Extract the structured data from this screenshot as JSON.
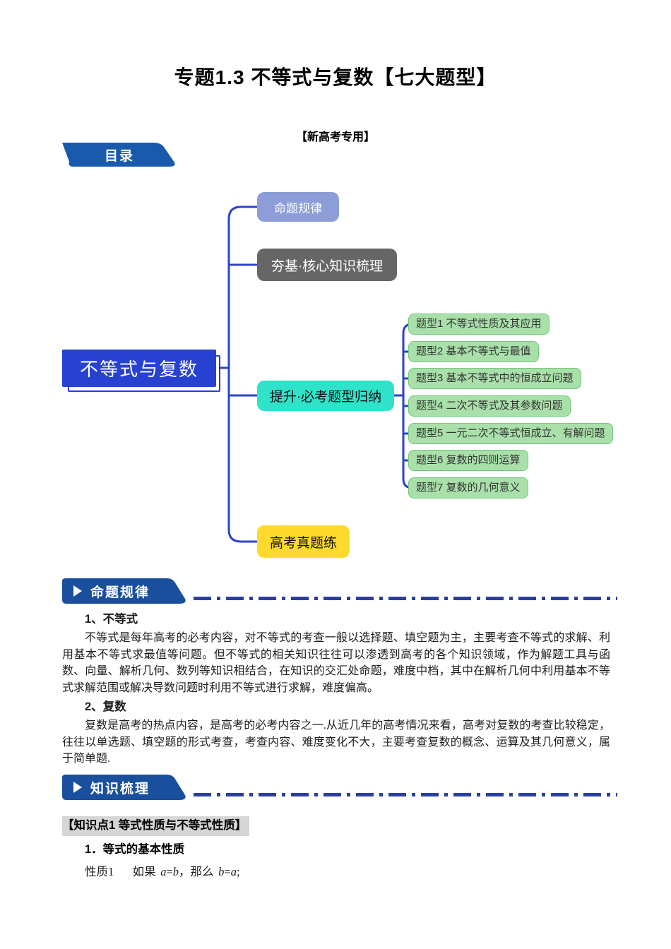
{
  "page": {
    "title": "专题1.3 不等式与复数【七大题型】",
    "subtitle": "【新高考专用】",
    "toc_badge": "目录"
  },
  "mindmap": {
    "root": "不等式与复数",
    "branches": [
      {
        "label": "命题规律",
        "color": "#8c9dd8"
      },
      {
        "label": "夯基·核心知识梳理",
        "color": "#666666"
      },
      {
        "label": "提升·必考题型归纳",
        "color": "#2ee3c9"
      },
      {
        "label": "高考真题练",
        "color": "#ffd92b"
      }
    ],
    "topics": [
      "题型1 不等式性质及其应用",
      "题型2 基本不等式与最值",
      "题型3 基本不等式中的恒成立问题",
      "题型4 二次不等式及其参数问题",
      "题型5 一元二次不等式恒成立、有解问题",
      "题型6 复数的四则运算",
      "题型7 复数的几何意义"
    ]
  },
  "sections": {
    "rules": {
      "header": "命题规律",
      "item1_title": "1、不等式",
      "item1_body": "不等式是每年高考的必考内容，对不等式的考查一般以选择题、填空题为主，主要考查不等式的求解、利用基本不等式求最值等问题。但不等式的相关知识往往可以渗透到高考的各个知识领域，作为解题工具与函数、向量、解析几何、数列等知识相结合，在知识的交汇处命题，难度中档，其中在解析几何中利用基本不等式求解范围或解决导数问题时利用不等式进行求解，难度偏高。",
      "item2_title": "2、复数",
      "item2_body": "复数是高考的热点内容，是高考的必考内容之一.从近几年的高考情况来看，高考对复数的考查比较稳定，往往以单选题、填空题的形式考查，考查内容、难度变化不大，主要考查复数的概念、运算及其几何意义，属于简单题."
    },
    "knowledge": {
      "header": "知识梳理",
      "point1_title": "【知识点1 等式性质与不等式性质】",
      "sub1_title": "1．等式的基本性质",
      "prop1": {
        "label": "性质1",
        "cond_text": "如果",
        "var_a": "a",
        "eq1": "=",
        "var_b": "b",
        "then_text": "，那么",
        "var_b2": "b",
        "eq2": "=",
        "var_a2": "a",
        "tail": ";"
      }
    }
  },
  "colors": {
    "connector_blue": "#2b43c8",
    "root_blue": "#2742d0",
    "banner_blue": "#1a4f9e",
    "badge_blue": "#1a5aad",
    "dash_blue": "#2b3f9f",
    "topic_green_fill": "#a9e0aa",
    "topic_green_border": "#72c878",
    "branch_purple": "#8c9dd8",
    "branch_gray": "#666666",
    "branch_teal": "#2ee3c9",
    "branch_yellow": "#ffd92b",
    "highlight_gray": "#d6d6d6"
  }
}
